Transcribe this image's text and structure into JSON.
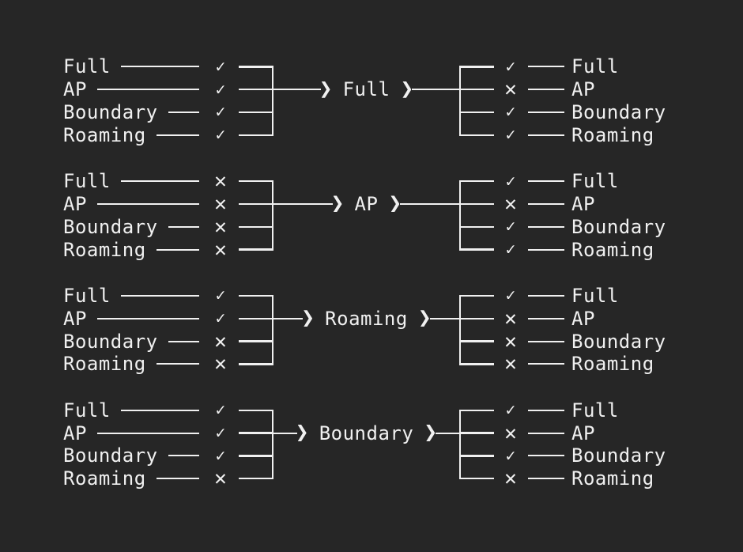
{
  "page": {
    "background_color": "#262626",
    "foreground_color": "#f0f0f0"
  },
  "diagram": {
    "row_labels": [
      "Full",
      "AP",
      "Boundary",
      "Roaming"
    ],
    "mark_glyphs": {
      "check": "✓",
      "cross": "✕"
    },
    "arrowhead_icon": "chevron-right",
    "groups": [
      {
        "mode_label": "Full",
        "left_marks": [
          "check",
          "check",
          "check",
          "check"
        ],
        "right_marks": [
          "check",
          "cross",
          "check",
          "check"
        ]
      },
      {
        "mode_label": "AP",
        "left_marks": [
          "cross",
          "cross",
          "cross",
          "cross"
        ],
        "right_marks": [
          "check",
          "cross",
          "check",
          "check"
        ]
      },
      {
        "mode_label": "Roaming",
        "left_marks": [
          "check",
          "check",
          "cross",
          "cross"
        ],
        "right_marks": [
          "check",
          "cross",
          "cross",
          "cross"
        ]
      },
      {
        "mode_label": "Boundary",
        "left_marks": [
          "check",
          "check",
          "check",
          "cross"
        ],
        "right_marks": [
          "check",
          "cross",
          "check",
          "cross"
        ]
      }
    ]
  }
}
